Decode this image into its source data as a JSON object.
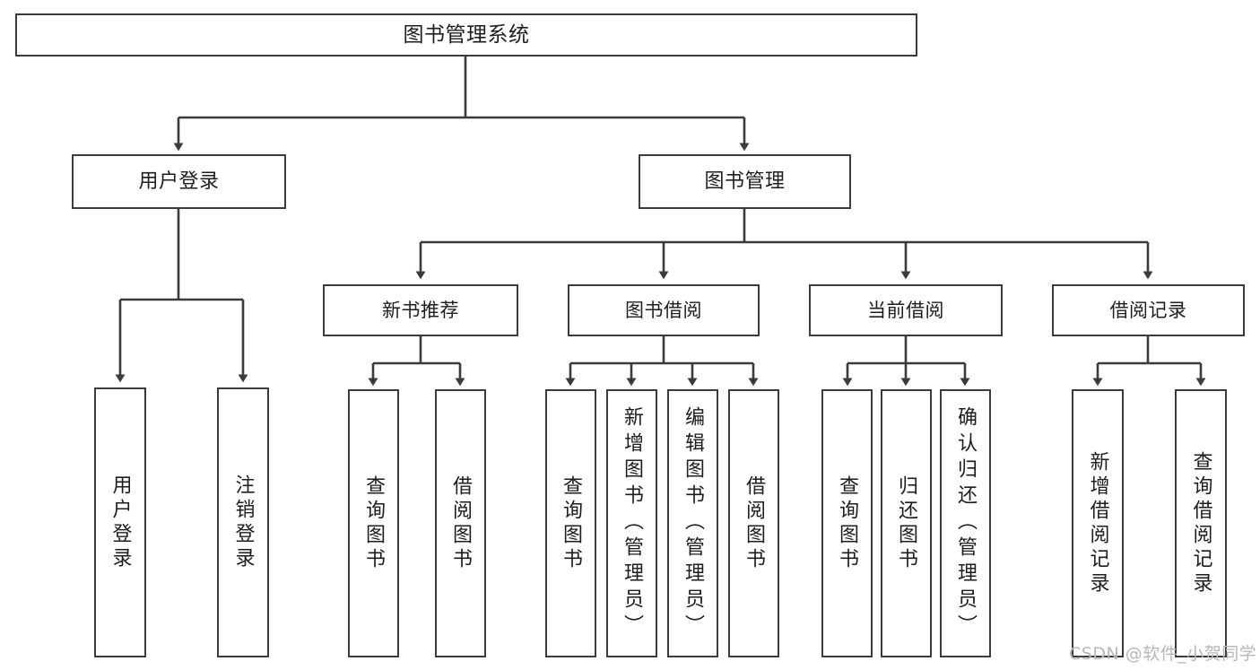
{
  "diagram": {
    "title": "图书管理系统",
    "type": "hierarchy-tree",
    "root": {
      "label": "图书管理系统"
    },
    "level2": [
      {
        "label": "用户登录"
      },
      {
        "label": "图书管理"
      }
    ],
    "level3": [
      {
        "label": "新书推荐",
        "parent": "图书管理"
      },
      {
        "label": "图书借阅",
        "parent": "图书管理"
      },
      {
        "label": "当前借阅",
        "parent": "图书管理"
      },
      {
        "label": "借阅记录",
        "parent": "图书管理"
      }
    ],
    "leaves": {
      "user_login": [
        {
          "label": "用户登录"
        },
        {
          "label": "注销登录"
        }
      ],
      "new_book_recommend": [
        {
          "label": "查询图书"
        },
        {
          "label": "借阅图书"
        }
      ],
      "book_borrow": [
        {
          "label": "查询图书"
        },
        {
          "label": "新增图书（管理员）"
        },
        {
          "label": "编辑图书（管理员）"
        },
        {
          "label": "借阅图书"
        }
      ],
      "current_borrow": [
        {
          "label": "查询图书"
        },
        {
          "label": "归还图书"
        },
        {
          "label": "确认归还（管理员）"
        }
      ],
      "borrow_record": [
        {
          "label": "新增借阅记录"
        },
        {
          "label": "查询借阅记录"
        }
      ]
    }
  },
  "watermark": {
    "text": "CSDN @软件_小贺同学"
  },
  "colors": {
    "border": "#3b3b3b",
    "background": "#ffffff",
    "text": "#1d1d1d",
    "watermark": "#b7b7b7"
  }
}
